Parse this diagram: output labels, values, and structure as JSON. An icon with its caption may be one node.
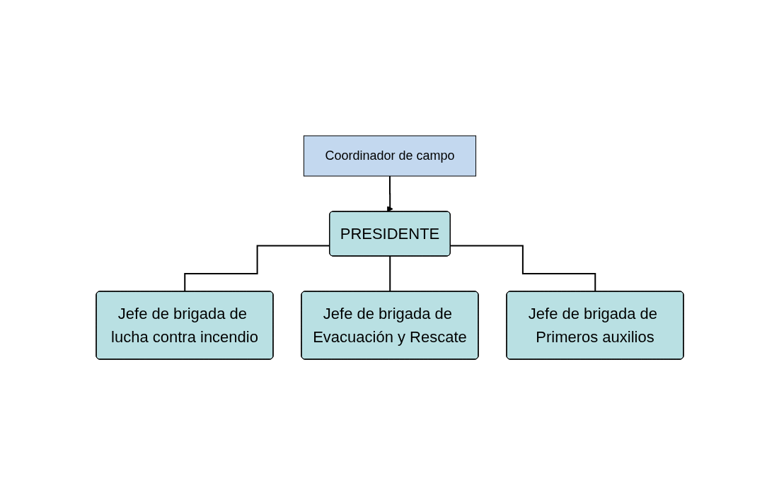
{
  "diagram": {
    "nodes": [
      {
        "text": [
          "PRESIDENTE"
        ]
      },
      {
        "text": [
          "Coordinador de campo"
        ]
      },
      {
        "text": [
          "Jefe de brigada de lucha contra incendio"
        ]
      },
      {
        "text": [
          "Jefe de brigada de Evacuación y Rescate"
        ]
      },
      {
        "text": [
          "Jefe de brigada de Primeros auxilios"
        ]
      }
    ],
    "edges": [
      {
        "from": 1,
        "to": 0,
        "arrow": "to"
      },
      {
        "from": 0,
        "to": 2,
        "arrow": "none"
      },
      {
        "from": 0,
        "to": 3,
        "arrow": "none"
      },
      {
        "from": 0,
        "to": 4,
        "arrow": "none"
      }
    ]
  }
}
